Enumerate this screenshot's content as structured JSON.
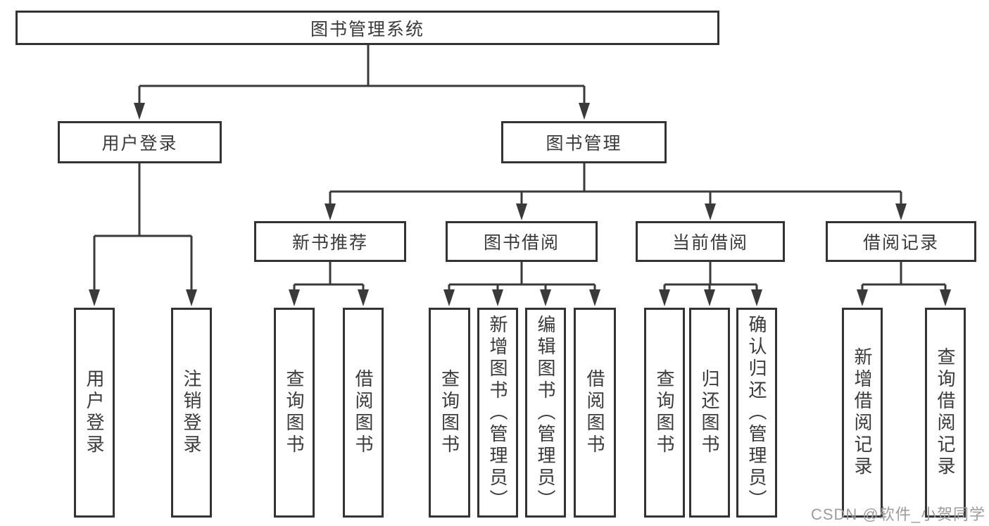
{
  "diagram": {
    "root": "图书管理系统",
    "branches": [
      {
        "label": "用户登录",
        "children": [
          "用户登录",
          "注销登录"
        ]
      },
      {
        "label": "图书管理",
        "children": [
          {
            "label": "新书推荐",
            "children": [
              "查询图书",
              "借阅图书"
            ]
          },
          {
            "label": "图书借阅",
            "children": [
              "查询图书",
              "新增图书（管理员）",
              "编辑图书（管理员）",
              "借阅图书"
            ]
          },
          {
            "label": "当前借阅",
            "children": [
              "查询图书",
              "归还图书",
              "确认归还（管理员）"
            ]
          },
          {
            "label": "借阅记录",
            "children": [
              "新增借阅记录",
              "查询借阅记录"
            ]
          }
        ]
      }
    ]
  },
  "watermark": "CSDN @软件_小贺同学",
  "colors": {
    "line": "#3a3a3a",
    "border": "#333333",
    "text": "#3a3a3a",
    "watermark": "#9c9c9c"
  }
}
